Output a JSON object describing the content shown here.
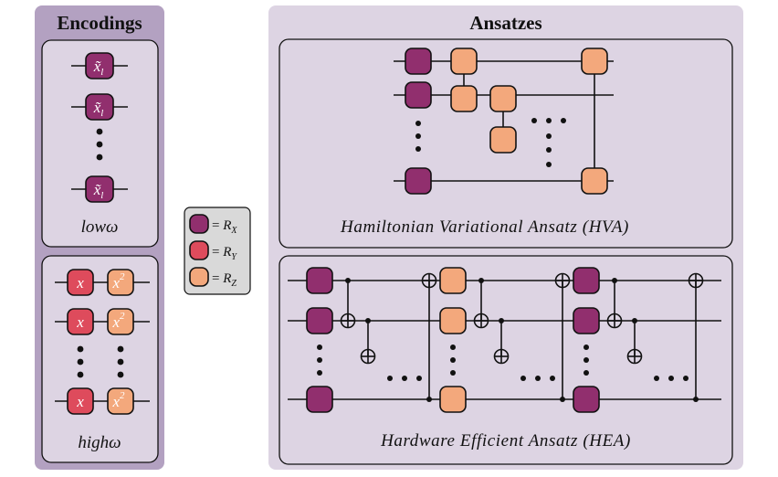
{
  "encodings": {
    "title": "Encodings",
    "low_label": "lowω",
    "high_label": "highω",
    "low_gate_text": "x̃",
    "low_gate_sub": "l",
    "high_gate_x": "x",
    "high_gate_x2": "x",
    "high_gate_x2_sup": "2"
  },
  "legend": {
    "eq": "=",
    "items": [
      {
        "gate": "R",
        "sub": "X",
        "color": "#912f6e"
      },
      {
        "gate": "R",
        "sub": "Y",
        "color": "#de4b5c"
      },
      {
        "gate": "R",
        "sub": "Z",
        "color": "#f3a87c"
      }
    ]
  },
  "ansatzes": {
    "title": "Ansatzes",
    "hva_label": "Hamiltonian Variational Ansatz (HVA)",
    "hea_label": "Hardware Efficient Ansatz (HEA)"
  },
  "colors": {
    "rx": "#912f6e",
    "ry": "#de4b5c",
    "rz": "#f3a87c",
    "panel_dark": "#b3a1c1",
    "panel_light": "#ddd4e3",
    "legend_bg": "#d9d9d9"
  }
}
